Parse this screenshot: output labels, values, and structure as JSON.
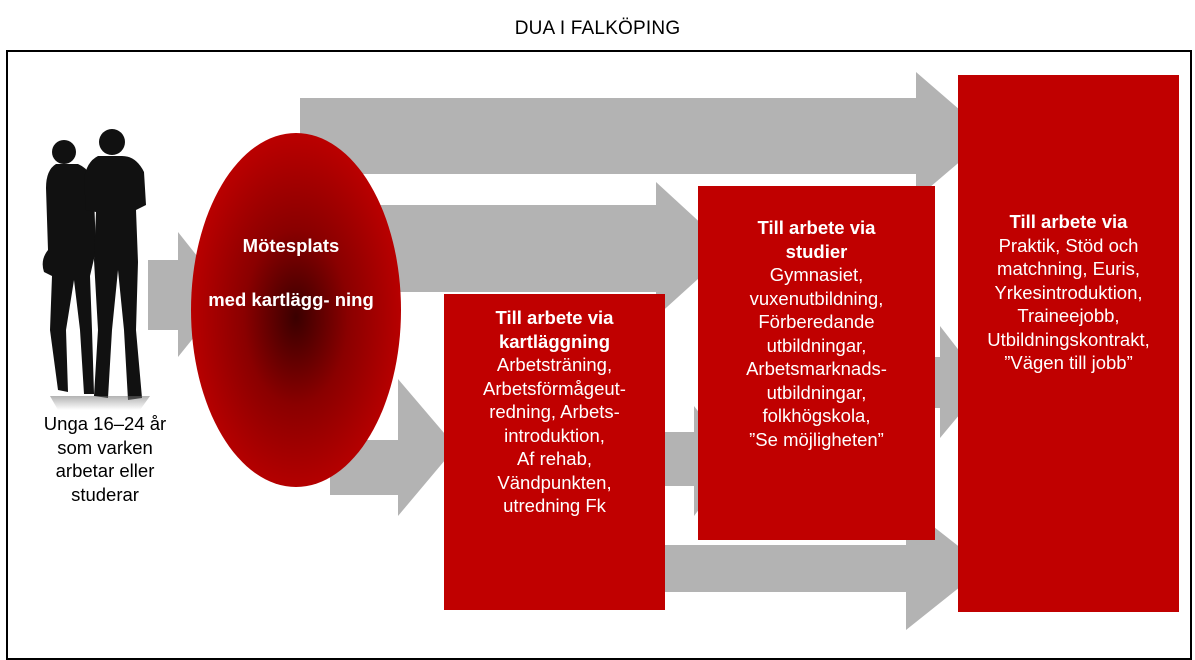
{
  "title": "DUA I FALKÖPING",
  "colors": {
    "accent": "#c00000",
    "arrow": "#b3b3b3",
    "frame": "#000000"
  },
  "people_icon": "silhouette-people-icon",
  "people_caption": [
    "Unga 16–24 år",
    "som varken",
    "arbetar eller",
    "studerar"
  ],
  "meeting_place": {
    "title": "Mötesplats",
    "subtitle": [
      "med",
      "kartlägg-",
      "ning"
    ]
  },
  "box_assessment": {
    "heading": [
      "Till arbete via",
      "kartläggning"
    ],
    "items": [
      "Arbetsträning,",
      "Arbetsförmågeut-",
      "redning, Arbets-",
      "introduktion,",
      "Af rehab,",
      "Vändpunkten,",
      "utredning Fk"
    ]
  },
  "box_studies": {
    "heading": [
      "Till arbete via",
      "studier"
    ],
    "items": [
      "Gymnasiet,",
      "vuxenutbildning,",
      "Förberedande",
      "utbildningar,",
      "Arbetsmarknads-",
      "utbildningar,",
      "folkhögskola,",
      "”Se möjligheten”"
    ]
  },
  "box_work": {
    "heading": [
      "Till arbete via"
    ],
    "items": [
      "Praktik, Stöd och",
      "matchning, Euris,",
      "Yrkesintroduktion,",
      "Traineejobb,",
      "Utbildningskontrakt,",
      "”Vägen till jobb”"
    ]
  }
}
